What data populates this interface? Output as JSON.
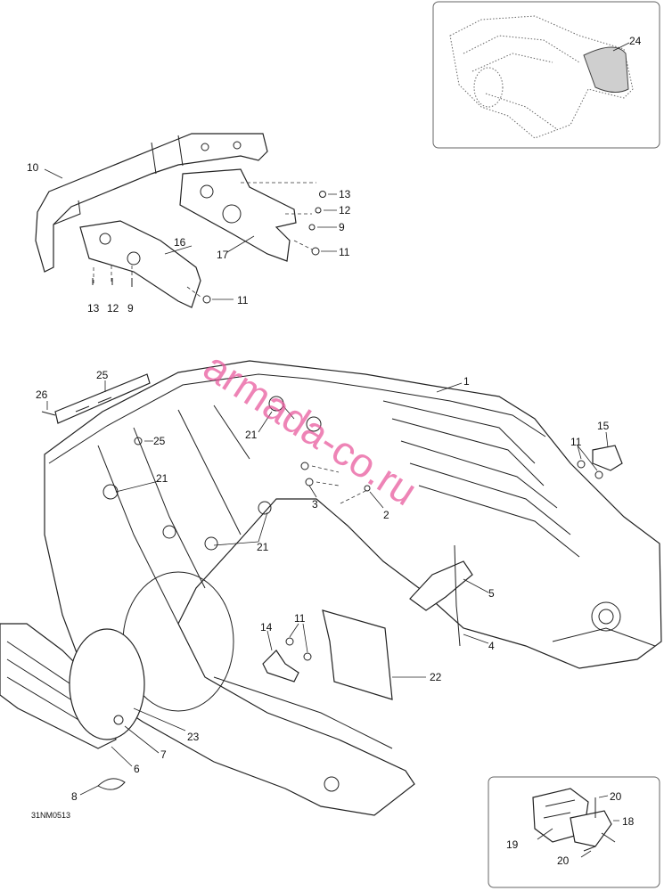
{
  "diagram": {
    "code": "31NM0513",
    "watermark": "armada-co.ru",
    "callouts": {
      "c1": "1",
      "c2": "2",
      "c3": "3",
      "c4": "4",
      "c5": "5",
      "c6": "6",
      "c7": "7",
      "c8": "8",
      "c9a": "9",
      "c9b": "9",
      "c10": "10",
      "c11a": "11",
      "c11b": "11",
      "c11c": "11",
      "c11d": "11",
      "c12a": "12",
      "c12b": "12",
      "c13a": "13",
      "c13b": "13",
      "c14": "14",
      "c15": "15",
      "c16": "16",
      "c17": "17",
      "c18": "18",
      "c19": "19",
      "c20a": "20",
      "c20b": "20",
      "c21a": "21",
      "c21b": "21",
      "c21c": "21",
      "c22": "22",
      "c23": "23",
      "c24": "24",
      "c25a": "25",
      "c25b": "25",
      "c26": "26"
    }
  }
}
